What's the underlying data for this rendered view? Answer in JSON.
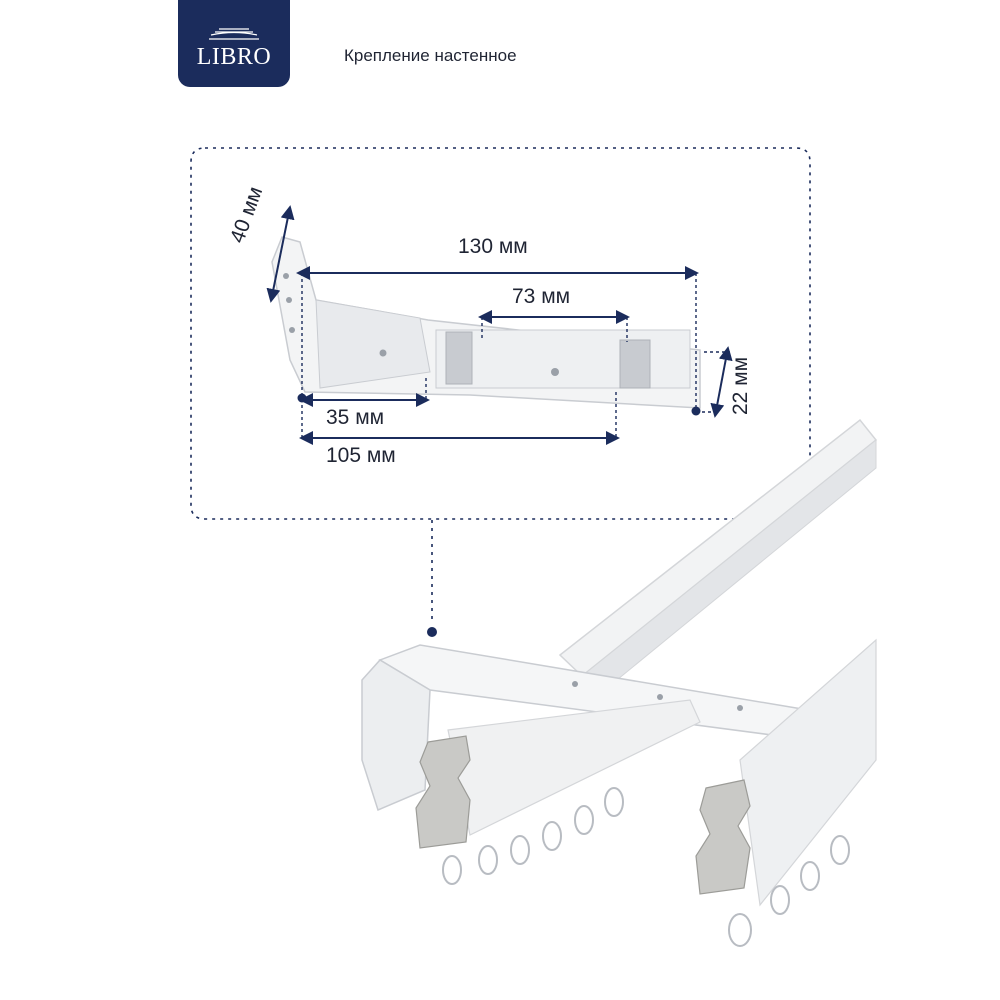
{
  "brand": {
    "name": "LIBRO"
  },
  "header": {
    "subtitle": "Крепление настенное"
  },
  "dimensions": {
    "length_total": "130 мм",
    "slot_length": "73 мм",
    "offset_short": "35 мм",
    "offset_long": "105 мм",
    "depth": "40 мм",
    "height": "22 мм"
  },
  "colors": {
    "brand": "#1b2c5c",
    "dimension_line": "#1b2c5c",
    "bracket": "#f4f5f6",
    "steel": "#c9c9c6"
  }
}
